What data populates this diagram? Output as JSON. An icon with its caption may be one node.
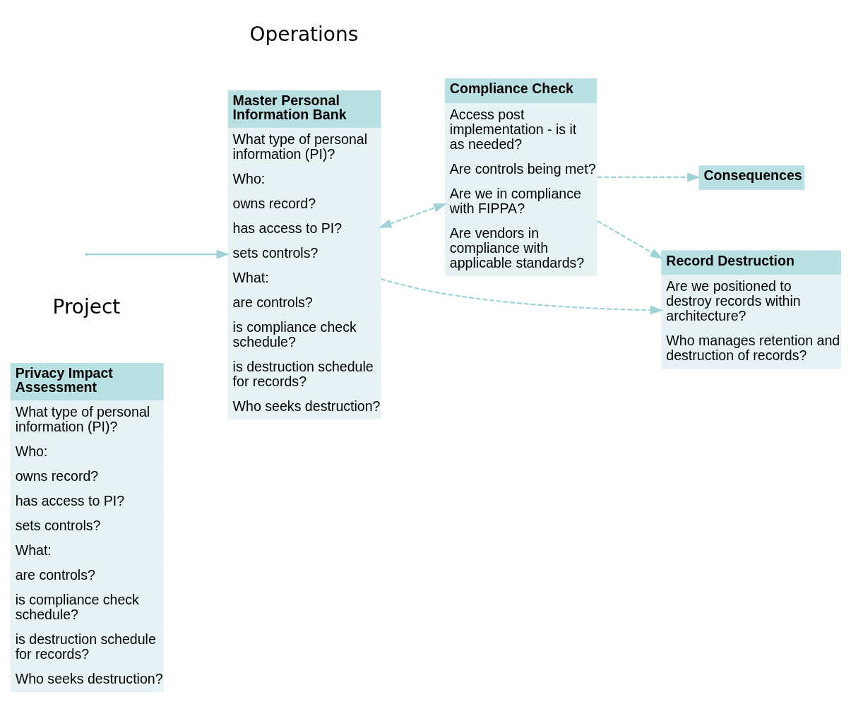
{
  "diagram": {
    "nodes": [
      {
        "text": [
          "Privacy Impact Assessment",
          "What type of personal information (PI)?",
          "Who:",
          "owns record?",
          "has access to PI?",
          "sets controls?",
          "What:",
          "are controls?",
          "is compliance check schedule?",
          "is destruction schedule for records?",
          "Who seeks destruction?"
        ]
      },
      {
        "text": [
          "Master Personal Information Bank",
          "What type of personal information (PI)?",
          "Who:",
          "owns record?",
          "has access to PI?",
          "sets controls?",
          "What:",
          "are controls?",
          "is compliance check schedule?",
          "is destruction schedule for records?",
          "Who seeks destruction?"
        ]
      },
      {
        "text": [
          "Consequences"
        ]
      },
      {
        "text": [
          "Compliance Check",
          "Access post implementation - is it as needed?",
          "Are controls being met?",
          "Are we in compliance with FIPPA?",
          "Are vendors in compliance with applicable standards?"
        ]
      },
      {
        "text": [
          "Record Destruction",
          "Are we positioned to destroy records within architecture?",
          "Who manages retention and destruction of records?"
        ]
      }
    ],
    "edges": [
      {
        "from": null,
        "to": 1,
        "arrow": "to"
      },
      {
        "from": 1,
        "to": 3,
        "arrow": "both",
        "style": "dashed"
      },
      {
        "from": 3,
        "to": 2,
        "arrow": "to",
        "style": "dashed"
      },
      {
        "from": 3,
        "to": 4,
        "arrow": "to",
        "style": "dashed"
      },
      {
        "from": 1,
        "to": 4,
        "arrow": "to",
        "style": "dashed"
      }
    ],
    "labels": [
      "Project",
      "Operations"
    ]
  }
}
